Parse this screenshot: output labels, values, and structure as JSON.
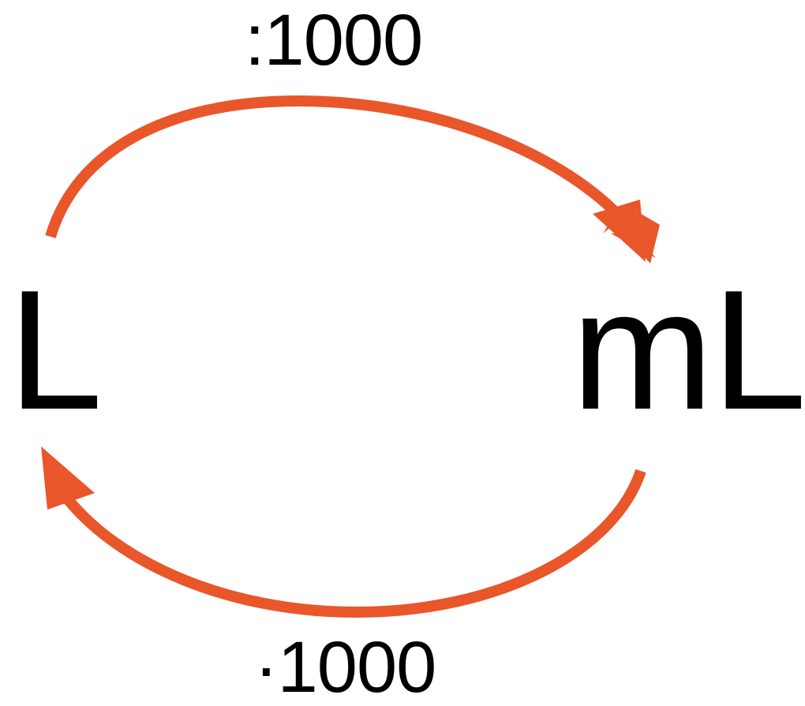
{
  "diagram": {
    "type": "unit-conversion-cycle",
    "title": "Liter to milliliter conversion diagram",
    "background_color": "#FFFFFF",
    "arrow_color": "#E8562A",
    "text_color": "#000000",
    "units": {
      "left": "L",
      "right": "mL"
    },
    "operations": {
      "top": {
        "label": ":1000",
        "meaning": "divide by 1000",
        "direction": "left-to-right",
        "from": "L",
        "to": "mL"
      },
      "bottom": {
        "label": "·1000",
        "meaning": "multiply by 1000",
        "direction": "right-to-left",
        "from": "mL",
        "to": "L"
      }
    },
    "arrows": [
      {
        "name": "top-arrow",
        "color": "#E8562A",
        "stroke_width": 14,
        "head": "arrow-head-right-down"
      },
      {
        "name": "bottom-arrow",
        "color": "#E8562A",
        "stroke_width": 14,
        "head": "arrow-head-left-up"
      }
    ]
  }
}
